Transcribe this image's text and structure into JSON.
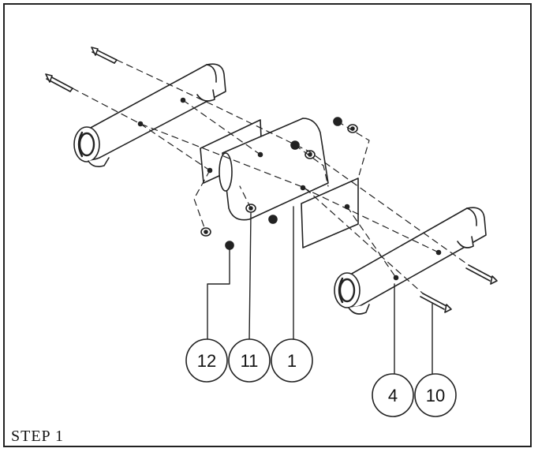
{
  "step_label": "STEP 1",
  "callouts": [
    {
      "id": "c12",
      "label": "12"
    },
    {
      "id": "c11",
      "label": "11"
    },
    {
      "id": "c1",
      "label": "1"
    },
    {
      "id": "c4",
      "label": "4"
    },
    {
      "id": "c10",
      "label": "10"
    }
  ]
}
